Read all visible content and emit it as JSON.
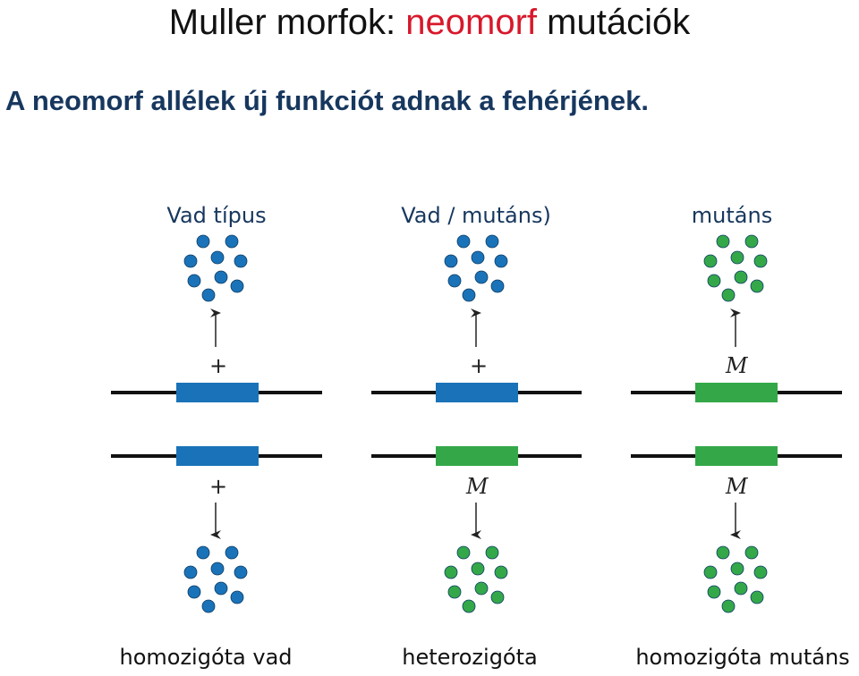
{
  "title": {
    "part1": "Muller morfok: ",
    "accent": "neomorf",
    "part2": " mutációk"
  },
  "subtitle": "A neomorf allélek új funkciót adnak a fehérjének.",
  "colors": {
    "wild": "#1a73b8",
    "mutant": "#34a849",
    "title_accent": "#d8182b",
    "subtitle": "#17375e"
  },
  "columns": [
    {
      "header": "Vad típus",
      "footer": "homozigóta vad",
      "top_allele": {
        "label": "+",
        "type": "wild"
      },
      "bottom_allele": {
        "label": "+",
        "type": "wild"
      },
      "top_product": "wild",
      "bottom_product": "wild"
    },
    {
      "header": "Vad / mutáns)",
      "footer": "heterozigóta",
      "top_allele": {
        "label": "+",
        "type": "wild"
      },
      "bottom_allele": {
        "label": "M",
        "type": "mutant"
      },
      "top_product": "wild",
      "bottom_product": "mutant"
    },
    {
      "header": "mutáns",
      "footer": "homozigóta mutáns",
      "top_allele": {
        "label": "M",
        "type": "mutant"
      },
      "bottom_allele": {
        "label": "M",
        "type": "mutant"
      },
      "top_product": "mutant",
      "bottom_product": "mutant"
    }
  ]
}
